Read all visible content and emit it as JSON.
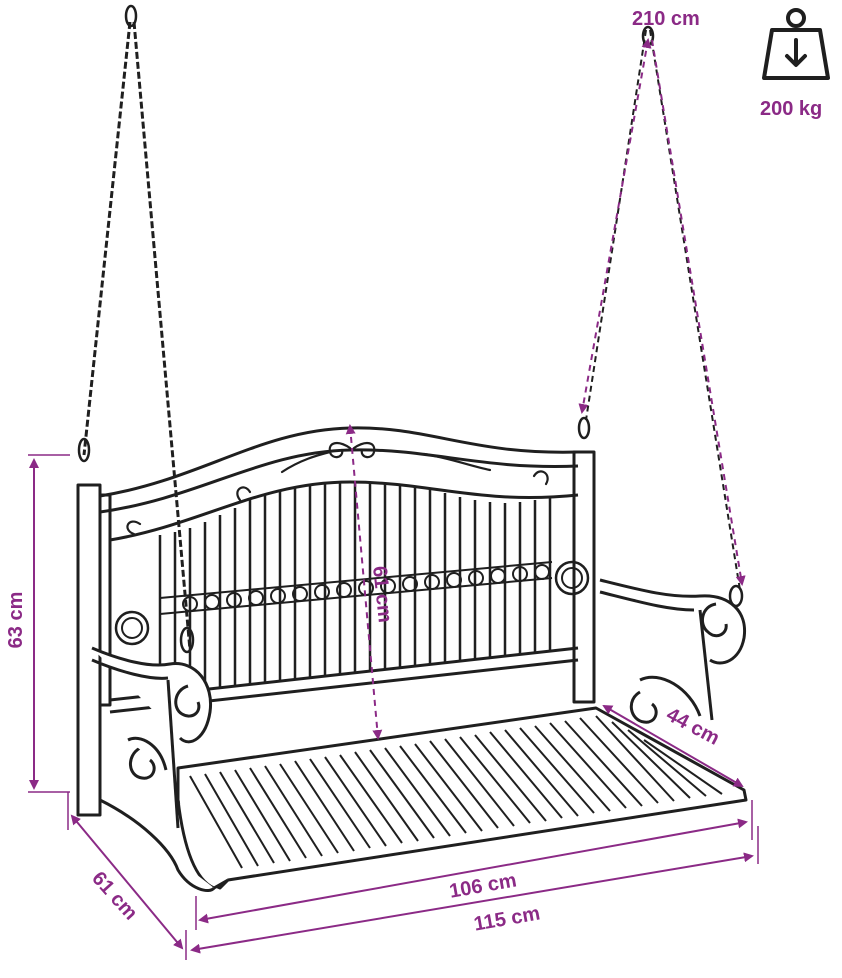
{
  "colors": {
    "accent": "#8b2a86",
    "line": "#1f1f1f"
  },
  "icons": {
    "weight": "weight-icon"
  },
  "dimensions": {
    "chain_length": "210 cm",
    "max_load": "200 kg",
    "frame_height": "63 cm",
    "backrest_height": "61 cm",
    "seat_depth": "44 cm",
    "frame_depth": "61 cm",
    "seat_width": "106 cm",
    "total_width": "115 cm"
  }
}
